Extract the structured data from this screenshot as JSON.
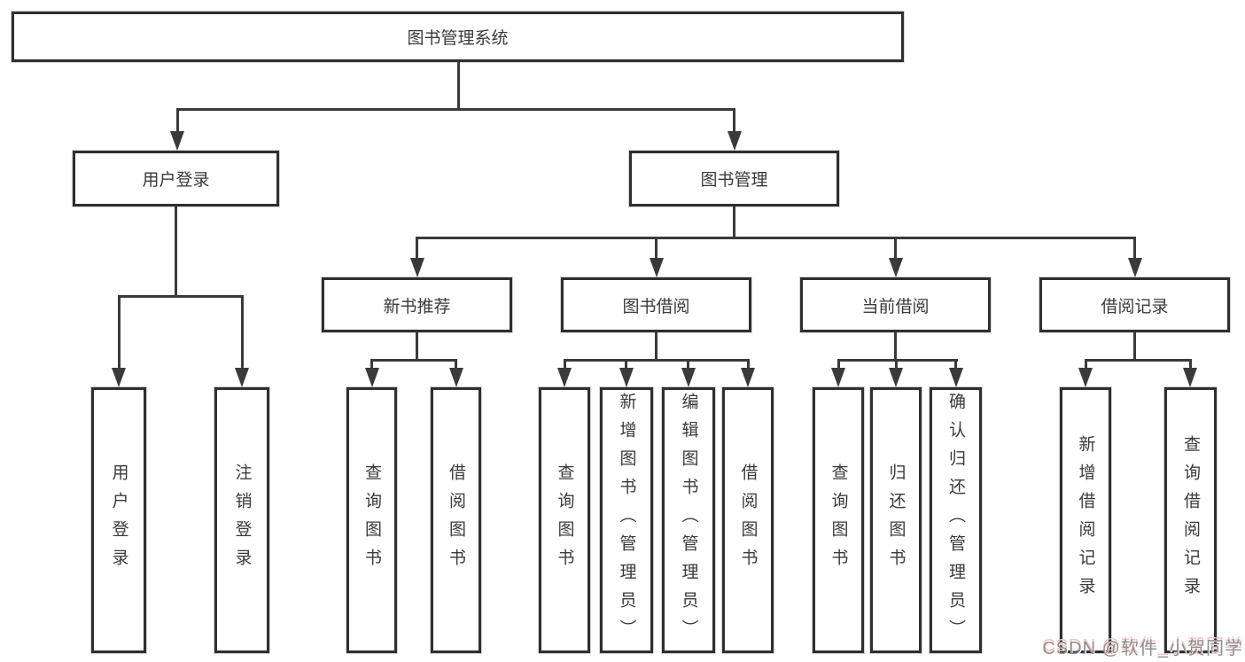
{
  "tree": {
    "root": "图书管理系统",
    "level2": [
      "用户登录",
      "图书管理"
    ],
    "level3": [
      "新书推荐",
      "图书借阅",
      "当前借阅",
      "借阅记录"
    ],
    "user_login_children": [
      "用户登录",
      "注销登录"
    ],
    "new_book_children": [
      "查询图书",
      "借阅图书"
    ],
    "book_borrow_children": [
      "查询图书",
      "新增图书（管理员）",
      "编辑图书（管理员）",
      "借阅图书"
    ],
    "current_borrow_children": [
      "查询图书",
      "归还图书",
      "确认归还（管理员）"
    ],
    "borrow_record_children": [
      "新增借阅记录",
      "查询借阅记录"
    ]
  },
  "watermark": {
    "text": "CSDN @软件_小贺同学",
    "color": "#8f8f8f",
    "glow_color": "#f5c2c2"
  },
  "colors": {
    "line": "#3a3a3a",
    "box_border": "#2f2f2f",
    "text": "#3a3a3a",
    "background": "#ffffff"
  }
}
